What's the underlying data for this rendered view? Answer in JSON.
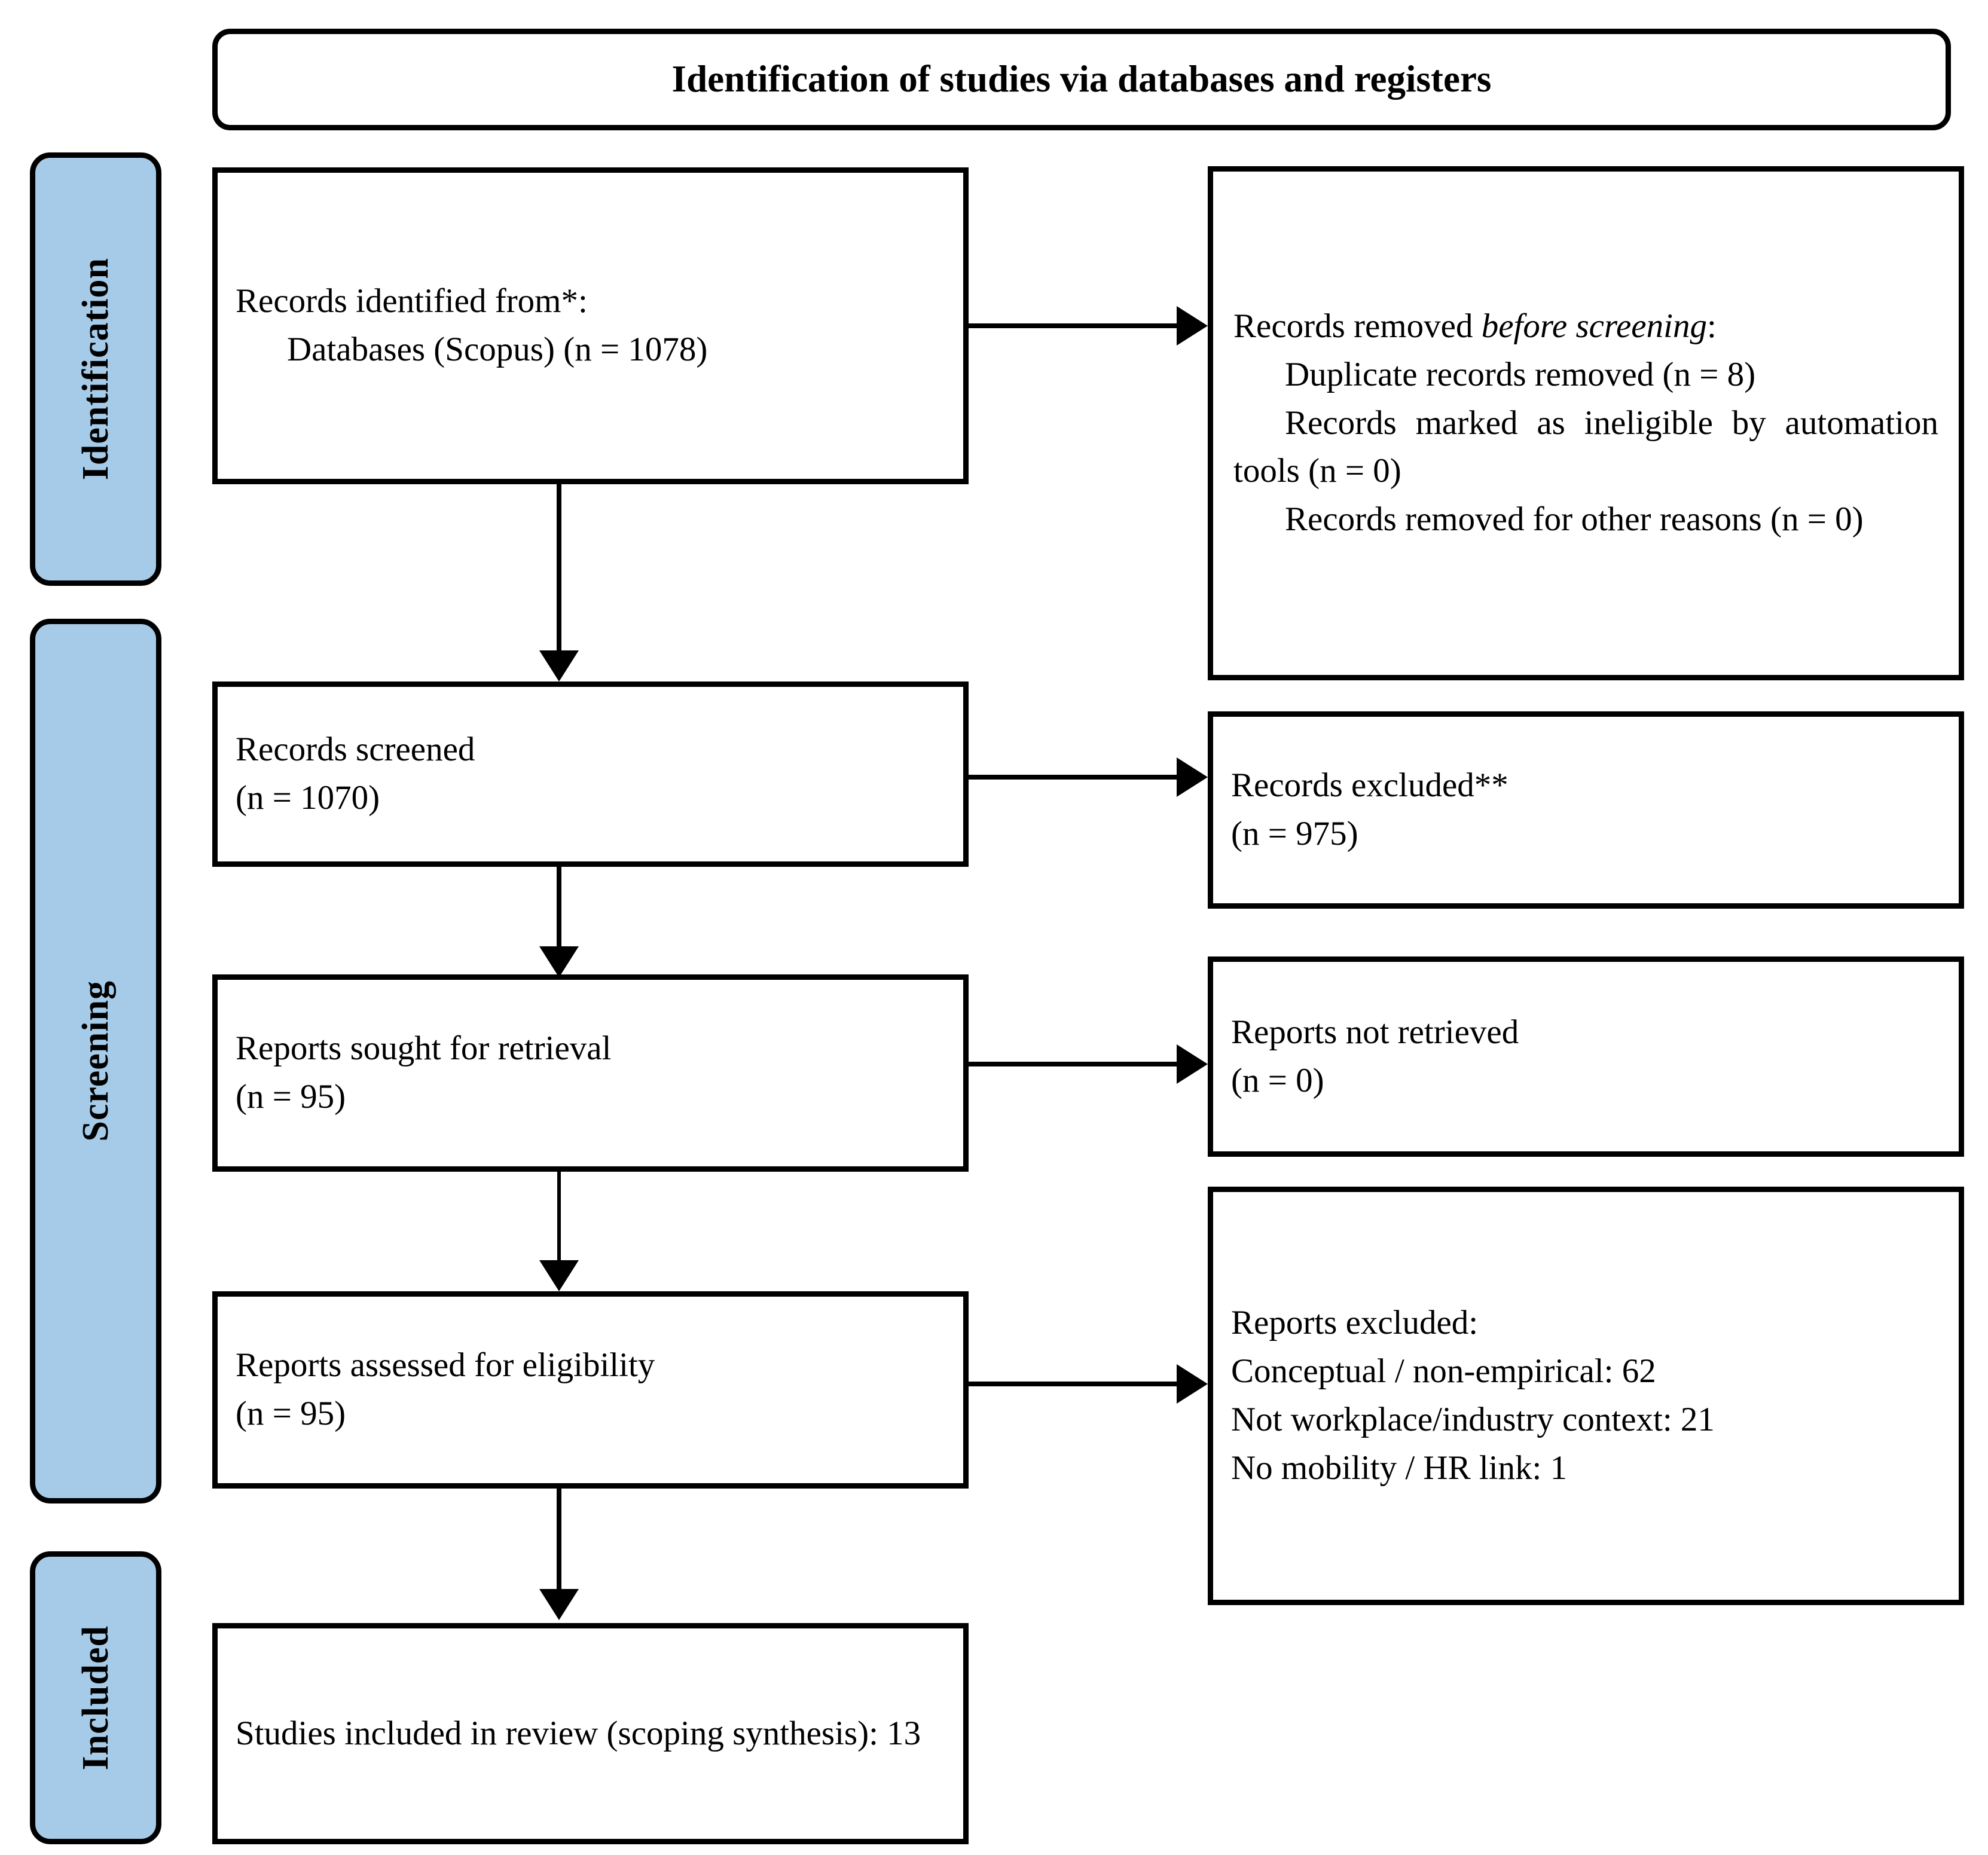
{
  "banner": {
    "title": "Identification of studies via databases and registers"
  },
  "stages": [
    {
      "id": "identification",
      "label": "Identification"
    },
    {
      "id": "screening",
      "label": "Screening"
    },
    {
      "id": "included",
      "label": "Included"
    }
  ],
  "flow": {
    "records_identified": {
      "line1": "Records identified from*:",
      "line2": "Databases (Scopus) (n = 1078)"
    },
    "records_removed": {
      "heading_prefix": "Records removed ",
      "heading_em": "before screening",
      "heading_suffix": ":",
      "item1": "Duplicate records removed (n = 8)",
      "item2": "Records marked as ineligible by automation tools (n = 0)",
      "item3": "Records removed for other reasons (n = 0)"
    },
    "records_screened": {
      "line1": "Records screened",
      "line2": "(n = 1070)"
    },
    "records_excluded": {
      "line1": "Records excluded**",
      "line2": "(n = 975)"
    },
    "reports_sought": {
      "line1": "Reports sought for retrieval",
      "line2": "(n = 95)"
    },
    "reports_not_retrieved": {
      "line1": "Reports not retrieved",
      "line2": "(n = 0)"
    },
    "reports_assessed": {
      "line1": "Reports assessed for eligibility",
      "line2": "(n = 95)"
    },
    "reports_excluded": {
      "line1": "Reports excluded:",
      "line2": "Conceptual / non-empirical: 62",
      "line3": "Not workplace/industry context: 21",
      "line4": "No mobility / HR link: 1"
    },
    "studies_included": {
      "line1": "Studies included in review (scoping synthesis): 13"
    }
  },
  "colors": {
    "stage_fill": "#A6CBE8",
    "stroke": "#000000",
    "background": "#FFFFFF"
  }
}
